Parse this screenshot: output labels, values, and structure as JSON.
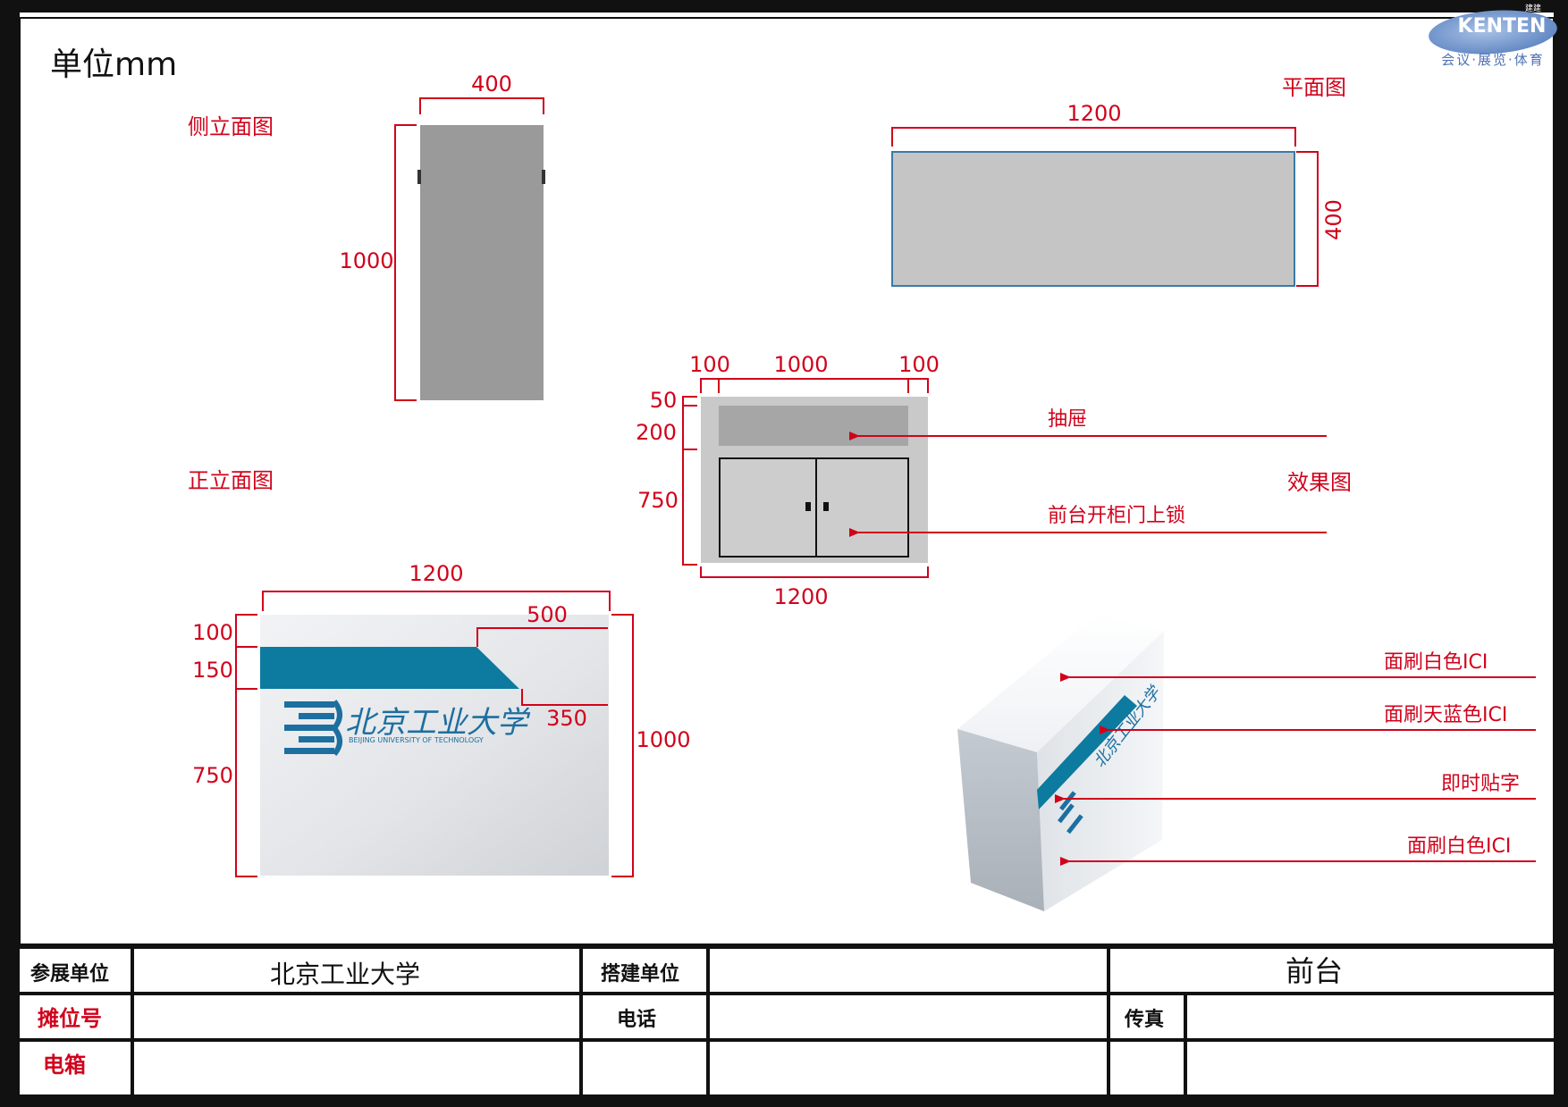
{
  "unit_label": "单位mm",
  "logo": {
    "brand": "KENTEN",
    "tagline": "会议·展览·体育",
    "small_text": "建建"
  },
  "colors": {
    "accent_red": "#d0021b",
    "panel_gray": "#999999",
    "plan_gray": "#c5c5c5",
    "teal_band": "#0d7aa0",
    "frame_dark": "#111111"
  },
  "views": {
    "side": {
      "title": "侧立面图",
      "width_dim": "400",
      "height_dim": "1000"
    },
    "plan": {
      "title": "平面图",
      "width_dim": "1200",
      "depth_dim": "400"
    },
    "back": {
      "top_dims": [
        "100",
        "1000",
        "100"
      ],
      "left_dims": [
        "50",
        "200",
        "750"
      ],
      "bottom_dim": "1200",
      "drawer_label": "抽屉",
      "cabinet_label": "前台开柜门上锁"
    },
    "front": {
      "title": "正立面图",
      "width_dim": "1200",
      "top_offset_dim": "500",
      "slant_dim": "350",
      "height_dim": "1000",
      "left_dims": [
        "100",
        "150",
        "750"
      ],
      "university_cn": "北京工业大学",
      "university_en": "BEIJING UNIVERSITY OF TECHNOLOGY"
    },
    "render": {
      "title": "效果图",
      "callouts": [
        "面刷白色ICI",
        "面刷天蓝色ICI",
        "即时贴字",
        "面刷白色ICI"
      ]
    }
  },
  "title_block": {
    "exhibitor_label": "参展单位",
    "exhibitor_value": "北京工业大学",
    "builder_label": "搭建单位",
    "builder_value": "",
    "drawing_name": "前台",
    "booth_label": "摊位号",
    "booth_value": "",
    "phone_label": "电话",
    "phone_value": "",
    "fax_label": "传真",
    "fax_value": "",
    "power_label": "电箱",
    "power_value": ""
  }
}
